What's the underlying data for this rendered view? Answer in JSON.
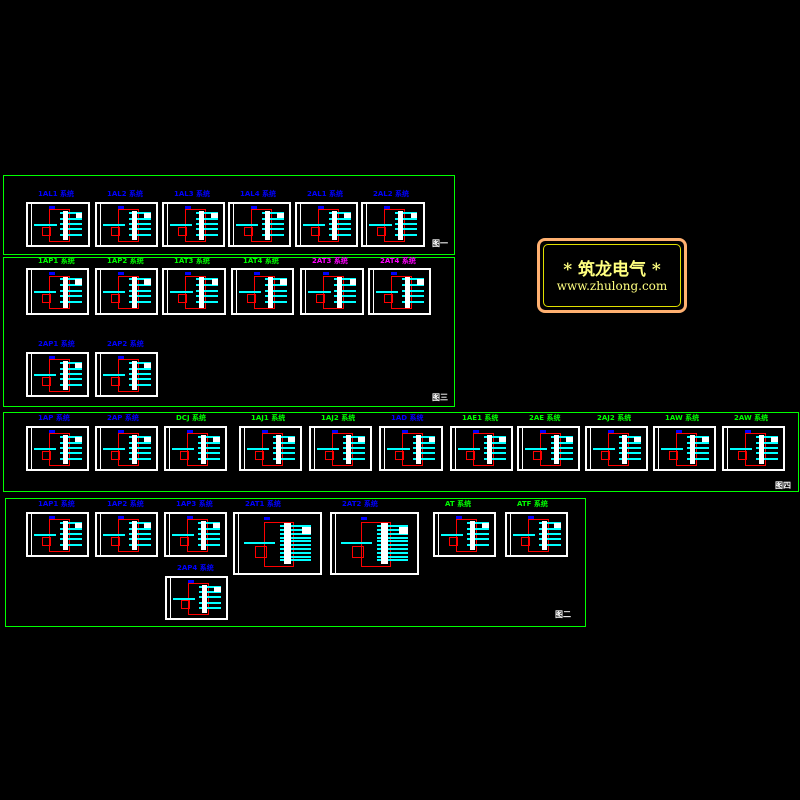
{
  "logo": {
    "title": "*  筑龙电气  *",
    "url": "www.zhulong.com"
  },
  "frames": [
    {
      "label": "图一"
    },
    {
      "label": "图三"
    },
    {
      "label": "图四"
    },
    {
      "label": "图二"
    }
  ],
  "colors": {
    "frame": "#00ff00",
    "blue": "#0000ff",
    "green": "#00ff00",
    "magenta": "#ff00ff",
    "panel": "#ffffff",
    "wire": "#00ffff",
    "box": "#ff0000"
  },
  "panels": [
    {
      "label": "1AL1  系统",
      "color": "blue"
    },
    {
      "label": "1AL2  系统",
      "color": "blue"
    },
    {
      "label": "1AL3  系统",
      "color": "blue"
    },
    {
      "label": "1AL4  系统",
      "color": "blue"
    },
    {
      "label": "2AL1  系统",
      "color": "blue"
    },
    {
      "label": "2AL2  系统",
      "color": "blue"
    },
    {
      "label": "1AP1  系统",
      "color": "green"
    },
    {
      "label": "1AP2  系统",
      "color": "green"
    },
    {
      "label": "1AT3  系统",
      "color": "green"
    },
    {
      "label": "1AT4  系统",
      "color": "green"
    },
    {
      "label": "2AT3  系统",
      "color": "magenta"
    },
    {
      "label": "2AT4  系统",
      "color": "magenta"
    },
    {
      "label": "2AP1  系统",
      "color": "blue"
    },
    {
      "label": "2AP2  系统",
      "color": "blue"
    },
    {
      "label": "1AP  系统",
      "color": "blue"
    },
    {
      "label": "2AP  系统",
      "color": "blue"
    },
    {
      "label": "DCJ  系统",
      "color": "green"
    },
    {
      "label": "1AJ1  系统",
      "color": "green"
    },
    {
      "label": "1AJ2  系统",
      "color": "green"
    },
    {
      "label": "1AD  系统",
      "color": "blue"
    },
    {
      "label": "1AE1  系统",
      "color": "green"
    },
    {
      "label": "2AE  系统",
      "color": "green"
    },
    {
      "label": "2AJ2  系统",
      "color": "green"
    },
    {
      "label": "1AW  系统",
      "color": "green"
    },
    {
      "label": "2AW  系统",
      "color": "green"
    },
    {
      "label": "1AP1  系统",
      "color": "blue"
    },
    {
      "label": "1AP2  系统",
      "color": "blue"
    },
    {
      "label": "1AP3  系统",
      "color": "blue"
    },
    {
      "label": "2AT1  系统",
      "color": "blue"
    },
    {
      "label": "2AT2  系统",
      "color": "blue"
    },
    {
      "label": "AT  系统",
      "color": "green"
    },
    {
      "label": "ATF  系统",
      "color": "green"
    },
    {
      "label": "2AP4  系统",
      "color": "blue"
    }
  ]
}
